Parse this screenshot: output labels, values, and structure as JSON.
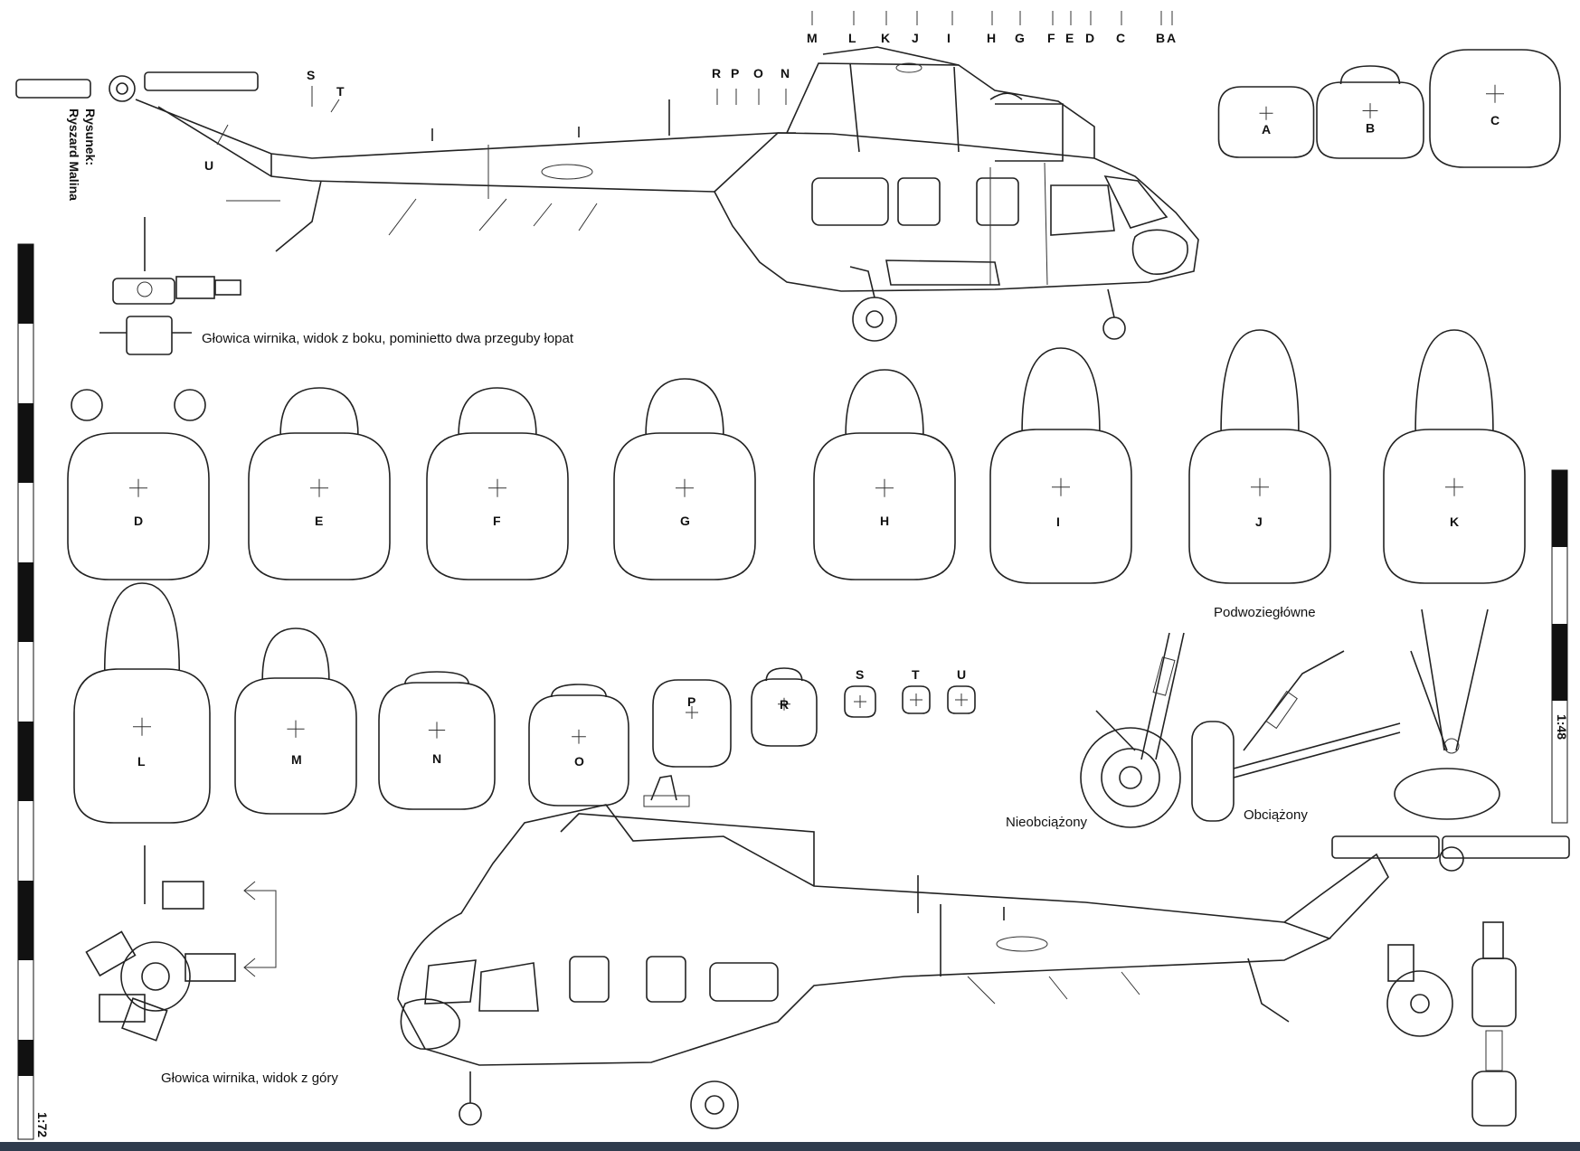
{
  "credit": {
    "title": "Rysunek:",
    "author": "Ryszard Malina"
  },
  "scales": {
    "scale_148": "1:48",
    "scale_172": "1:72"
  },
  "captions": {
    "rotor_side": "Głowica wirnika, widok z boku, pominietto dwa przeguby łopat",
    "rotor_top": "Głowica wirnika, widok z góry",
    "main_gear": "Podwoziegłówne",
    "unloaded": "Nieobciążony",
    "loaded": "Obciążony"
  },
  "station_ticks": [
    "M",
    "L",
    "K",
    "J",
    "I",
    "H",
    "G",
    "F",
    "E",
    "D",
    "C",
    "B",
    "A"
  ],
  "tail_ticks": [
    "R",
    "P",
    "O",
    "N"
  ],
  "boom_ticks": {
    "s": "S",
    "t": "T",
    "u": "U"
  },
  "sections": [
    {
      "id": "A",
      "label": "A"
    },
    {
      "id": "B",
      "label": "B"
    },
    {
      "id": "C",
      "label": "C"
    },
    {
      "id": "D",
      "label": "D"
    },
    {
      "id": "E",
      "label": "E"
    },
    {
      "id": "F",
      "label": "F"
    },
    {
      "id": "G",
      "label": "G"
    },
    {
      "id": "H",
      "label": "H"
    },
    {
      "id": "I",
      "label": "I"
    },
    {
      "id": "J",
      "label": "J"
    },
    {
      "id": "K",
      "label": "K"
    },
    {
      "id": "L",
      "label": "L"
    },
    {
      "id": "M",
      "label": "M"
    },
    {
      "id": "N",
      "label": "N"
    },
    {
      "id": "O",
      "label": "O"
    },
    {
      "id": "P",
      "label": "P"
    },
    {
      "id": "R",
      "label": "R"
    },
    {
      "id": "S",
      "label": "S"
    },
    {
      "id": "T",
      "label": "T"
    },
    {
      "id": "U",
      "label": "U"
    }
  ]
}
